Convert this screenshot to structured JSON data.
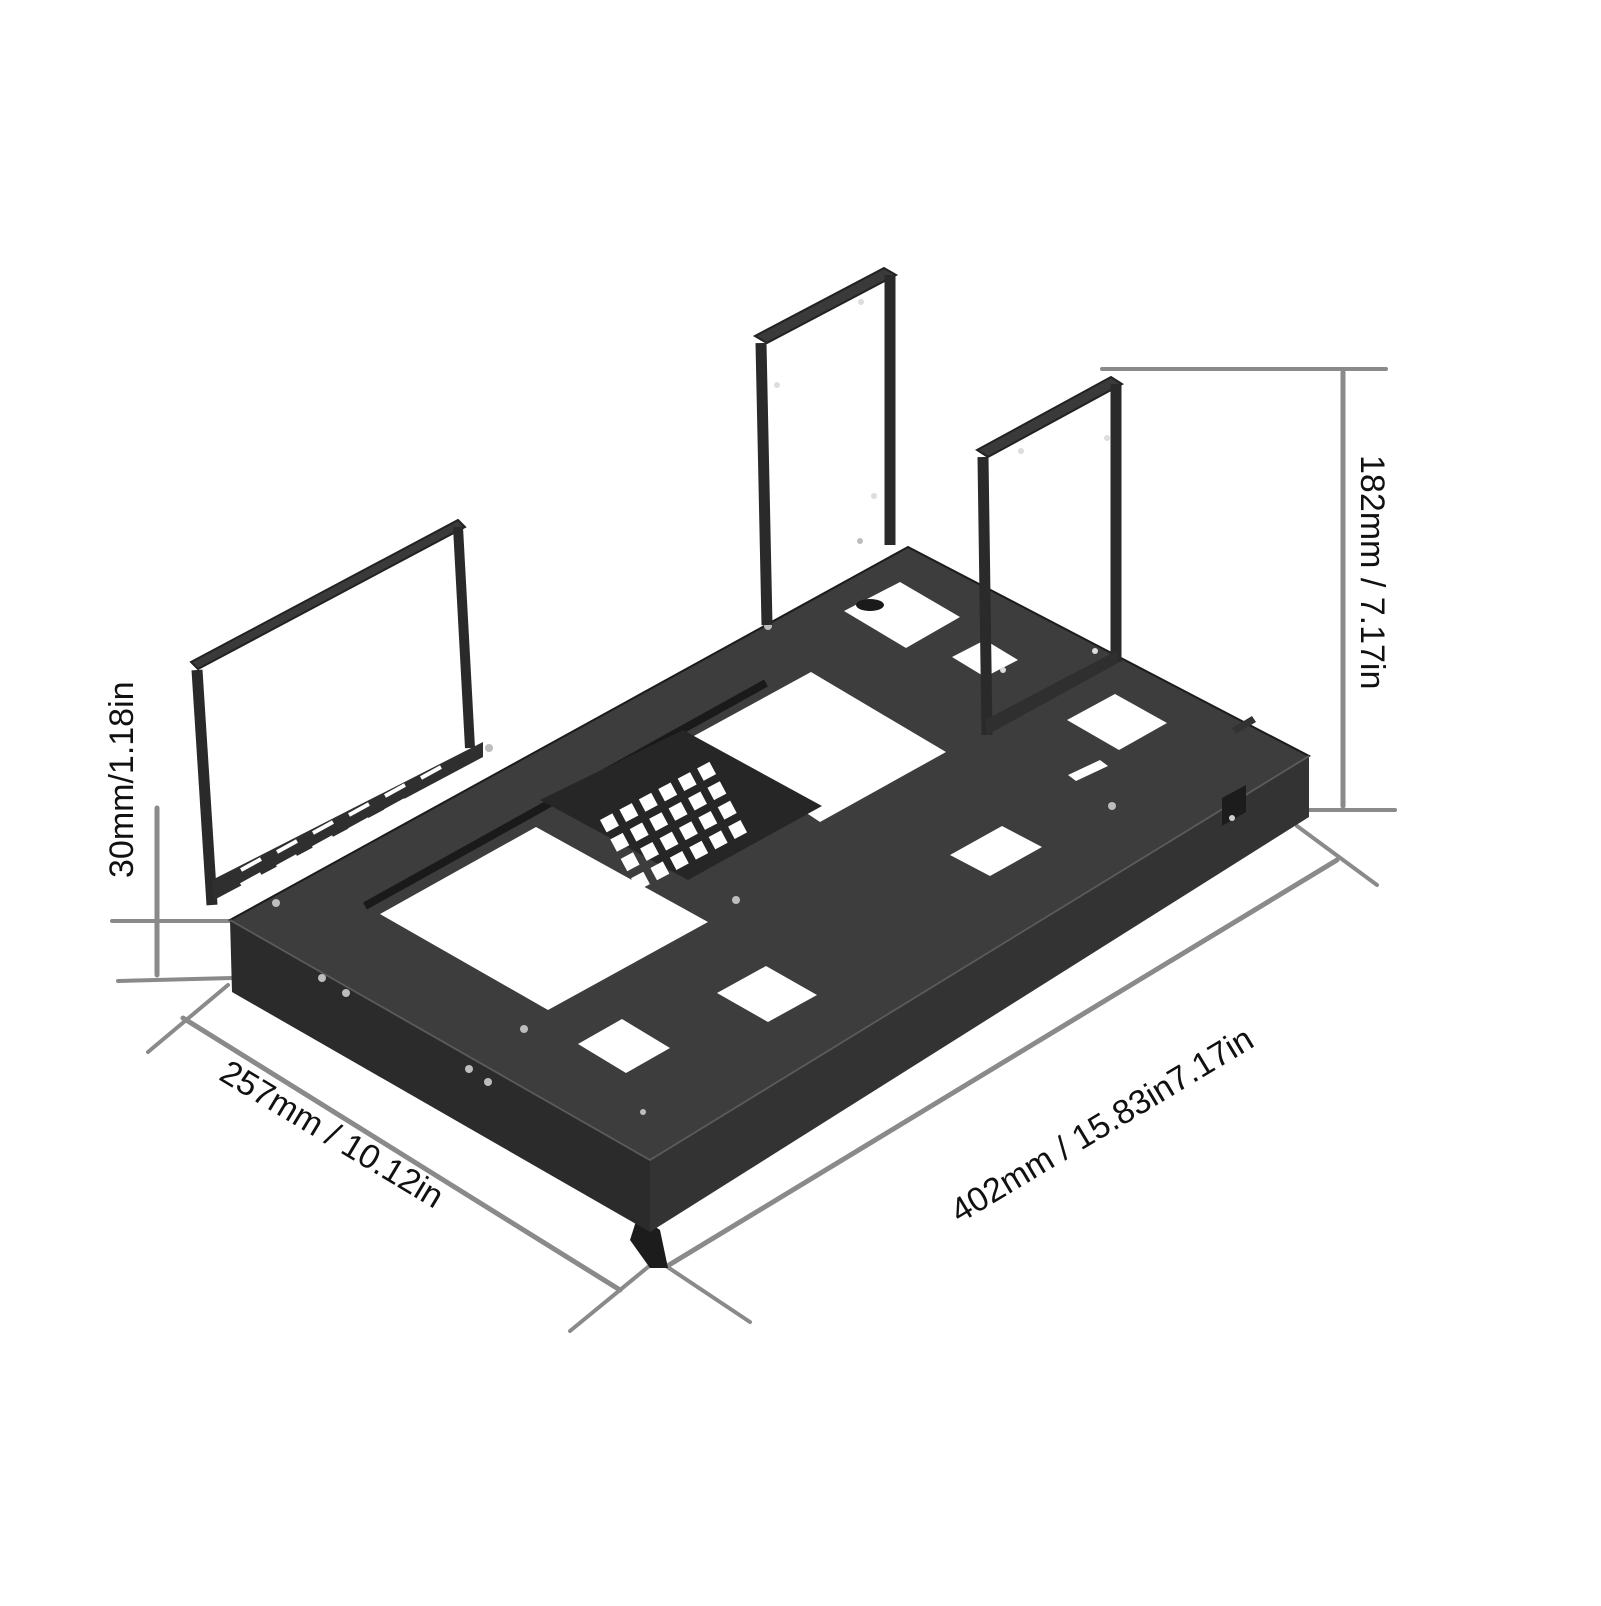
{
  "diagram": {
    "subject": "Open-air PC test bench frame",
    "colors": {
      "background": "#ffffff",
      "frame_top": "#3c3c3c",
      "frame_side": "#2a2a2a",
      "frame_edge": "#1c1c1c",
      "dimension_line": "#8a8a8a",
      "label_text": "#111111"
    },
    "dimensions": {
      "height": {
        "label": "182mm / 7.17in",
        "value_mm": 182,
        "value_in": 7.17
      },
      "base_height": {
        "label": "30mm/1.18in",
        "value_mm": 30,
        "value_in": 1.18
      },
      "depth": {
        "label": "257mm / 10.12in",
        "value_mm": 257,
        "value_in": 10.12
      },
      "length": {
        "label": "402mm / 15.83in7.17in",
        "value_mm": 402,
        "value_in": 15.83
      }
    },
    "components": [
      "base-tray",
      "left-gpu-bracket",
      "center-bracket",
      "right-bracket",
      "cpu-cutout-grid",
      "power-switch"
    ]
  }
}
